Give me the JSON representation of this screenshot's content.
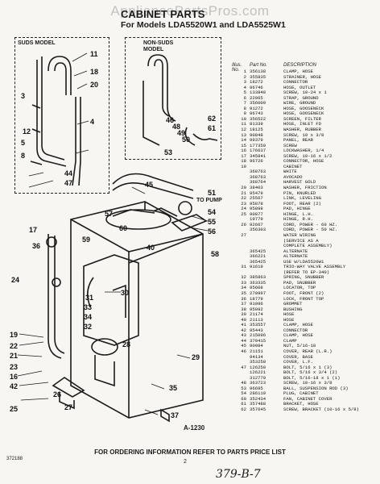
{
  "watermark": "AppliancePartsPros.com",
  "header": {
    "title": "CABINET PARTS",
    "subtitle": "For Models LDA5520W1 and LDA5525W1"
  },
  "insets": {
    "suds_label": "SUDS MODEL",
    "nonsuds_label": "NON-SUDS\nMODEL",
    "to_pump": "TO PUMP"
  },
  "parts_header": {
    "col_key": "Illus. No.",
    "col_part": "Part No.",
    "col_desc": "DESCRIPTION"
  },
  "callouts": [
    "11",
    "18",
    "20",
    "3",
    "4",
    "44",
    "47",
    "45",
    "51",
    "54",
    "55",
    "56",
    "57",
    "58",
    "40",
    "17",
    "36",
    "59",
    "60",
    "19",
    "24",
    "31",
    "33",
    "34",
    "32",
    "30",
    "28",
    "22",
    "21",
    "23",
    "16",
    "42",
    "25",
    "26",
    "27",
    "37",
    "35",
    "29",
    "12",
    "5",
    "8",
    "53",
    "62",
    "61",
    "46",
    "48",
    "49",
    "50"
  ],
  "parts": [
    {
      "k": "1",
      "p": "356138",
      "d": "CLAMP, HOSE"
    },
    {
      "k": "2",
      "p": "355835",
      "d": "STRAINER, HOSE"
    },
    {
      "k": "3",
      "p": "18272",
      "d": "CONNECTOR"
    },
    {
      "k": "4",
      "p": "96746",
      "d": "HOSE, OUTLET"
    },
    {
      "k": "5",
      "p": "133848",
      "d": "SCREW, 10-24 x 1"
    },
    {
      "k": "6",
      "p": "22965",
      "d": "STRAP, GROUND"
    },
    {
      "k": "7",
      "p": "356009",
      "d": "WIRE, GROUND"
    },
    {
      "k": "8",
      "p": "91272",
      "d": "HOSE, GOOSENECK"
    },
    {
      "k": "9",
      "p": "96743",
      "d": "HOSE, GOOSENECK"
    },
    {
      "k": "10",
      "p": "356522",
      "d": "SCREEN, FILTER"
    },
    {
      "k": "11",
      "p": "81339",
      "d": "HOSE, INLET FD"
    },
    {
      "k": "12",
      "p": "18125",
      "d": "WASHER, RUBBER"
    },
    {
      "k": "13",
      "p": "90848",
      "d": "SCREW, 10 x 3/8"
    },
    {
      "k": "14",
      "p": "99379",
      "d": "PANEL, REAR"
    },
    {
      "k": "15",
      "p": "177359",
      "d": "SCREW"
    },
    {
      "k": "16",
      "p": "176637",
      "d": "LOCKWASHER, 1/4"
    },
    {
      "k": "17",
      "p": "345841",
      "d": "SCREW, 10-16 x 1/2"
    },
    {
      "k": "18",
      "p": "96726",
      "d": "CONNECTOR, HOSE"
    },
    {
      "k": "19",
      "p": "",
      "d": "CABINET"
    },
    {
      "k": "",
      "p": "368763",
      "d": "WHITE"
    },
    {
      "k": "",
      "p": "368763",
      "d": "AVOCADO"
    },
    {
      "k": "",
      "p": "368764",
      "d": "HARVEST GOLD"
    },
    {
      "k": "20",
      "p": "38403",
      "d": "WASHER, FRICTION"
    },
    {
      "k": "21",
      "p": "95479",
      "d": "PIN, KNURLED"
    },
    {
      "k": "22",
      "p": "25567",
      "d": "LINK, LEVELING"
    },
    {
      "k": "23",
      "p": "95878",
      "d": "FOOT, REAR (2)"
    },
    {
      "k": "24",
      "p": "95898",
      "d": "PAD, HINGE"
    },
    {
      "k": "25",
      "p": "90877",
      "d": "HINGE, L.H."
    },
    {
      "k": "",
      "p": "19779",
      "d": "HINGE, R.H."
    },
    {
      "k": "26",
      "p": "92667",
      "d": "CORD, POWER - 60 HZ."
    },
    {
      "k": "",
      "p": "356303",
      "d": "CORD, POWER - 50 HZ."
    },
    {
      "k": "27",
      "p": "",
      "d": "WATER WIRING"
    },
    {
      "k": "",
      "p": "",
      "d": "(SERVICE AS A"
    },
    {
      "k": "",
      "p": "",
      "d": "COMPLETE ASSEMBLY)"
    },
    {
      "k": "",
      "p": "365425",
      "d": "ALTERNATE"
    },
    {
      "k": "",
      "p": "366221",
      "d": "ALTERNATE"
    },
    {
      "k": "",
      "p": "365425",
      "d": "USE W/LDA5520W1"
    },
    {
      "k": "31",
      "p": "91619",
      "d": "TRIO-WAY VALVE ASSEMBLY"
    },
    {
      "k": "",
      "p": "",
      "d": "(REFER TO EP-340)"
    },
    {
      "k": "32",
      "p": "385863",
      "d": "SPRING, SNUBBER"
    },
    {
      "k": "33",
      "p": "363335",
      "d": "PAD, SNUBBER"
    },
    {
      "k": "34",
      "p": "95608",
      "d": "LOCATOR, TOP"
    },
    {
      "k": "35",
      "p": "270997",
      "d": "FOOT, FRONT (2)"
    },
    {
      "k": "36",
      "p": "18779",
      "d": "LOCK, FRONT TOP"
    },
    {
      "k": "37",
      "p": "91096",
      "d": "GROMMET"
    },
    {
      "k": "38",
      "p": "95092",
      "d": "BUSHING"
    },
    {
      "k": "39",
      "p": "21174",
      "d": "HOSE"
    },
    {
      "k": "40",
      "p": "21113",
      "d": "HOSE"
    },
    {
      "k": "41",
      "p": "353557",
      "d": "CLAMP, HOSE"
    },
    {
      "k": "42",
      "p": "95443",
      "d": "CONNECTOR"
    },
    {
      "k": "43",
      "p": "215096",
      "d": "CLAMP, HOSE"
    },
    {
      "k": "44",
      "p": "370415",
      "d": "CLAMP"
    },
    {
      "k": "45",
      "p": "90984",
      "d": "NUT, 5/16-18"
    },
    {
      "k": "46",
      "p": "21151",
      "d": "COVER, REAR (L.R.)"
    },
    {
      "k": "",
      "p": "94134",
      "d": "COVER, BASE"
    },
    {
      "k": "",
      "p": "353250",
      "d": "COVER, L.F."
    },
    {
      "k": "47",
      "p": "126250",
      "d": "BOLT, 5/16 x 1 (3)"
    },
    {
      "k": "",
      "p": "126221",
      "d": "BOLT, 5/16 x 3/4 (2)"
    },
    {
      "k": "",
      "p": "312779",
      "d": "BOLT, 5/16-18 x 1 (1)"
    },
    {
      "k": "48",
      "p": "363723",
      "d": "SCREW, 10-16 x 3/8"
    },
    {
      "k": "53",
      "p": "96695",
      "d": "BALL, SUSPENSION ROD (3)"
    },
    {
      "k": "54",
      "p": "286119",
      "d": "PLUG, CABINET"
    },
    {
      "k": "60",
      "p": "352434",
      "d": "FAN, CABINET COVER"
    },
    {
      "k": "61",
      "p": "357488",
      "d": "BRACKET, HOSE"
    },
    {
      "k": "62",
      "p": "357645",
      "d": "SCREW, BRACKET (10-16 x 5/8)"
    }
  ],
  "figure_number": "A-1230",
  "footer": "FOR ORDERING INFORMATION REFER TO PARTS PRICE LIST",
  "code": "372188",
  "page_number": "2",
  "handwritten": "379-B-7"
}
